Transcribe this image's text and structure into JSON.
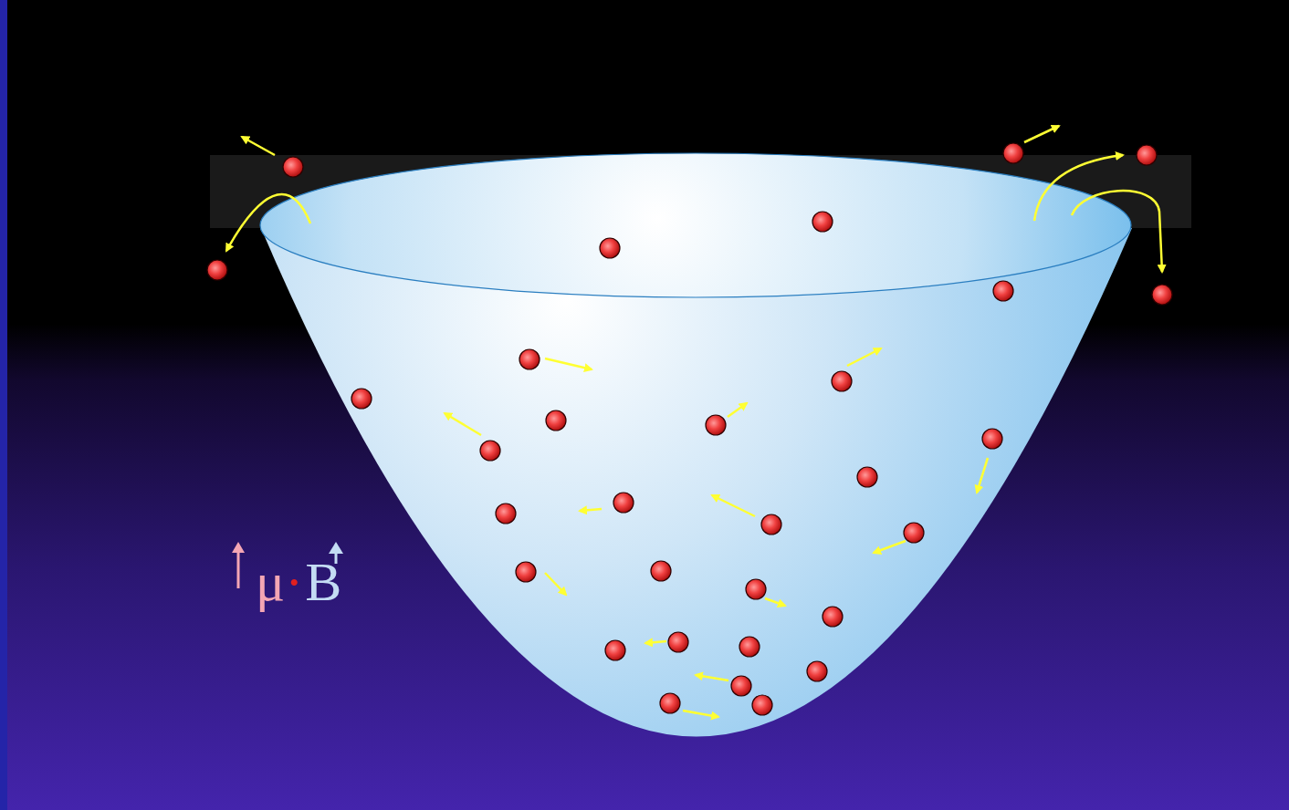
{
  "diagram": {
    "labels": [
      "μ",
      "·",
      "B"
    ]
  }
}
